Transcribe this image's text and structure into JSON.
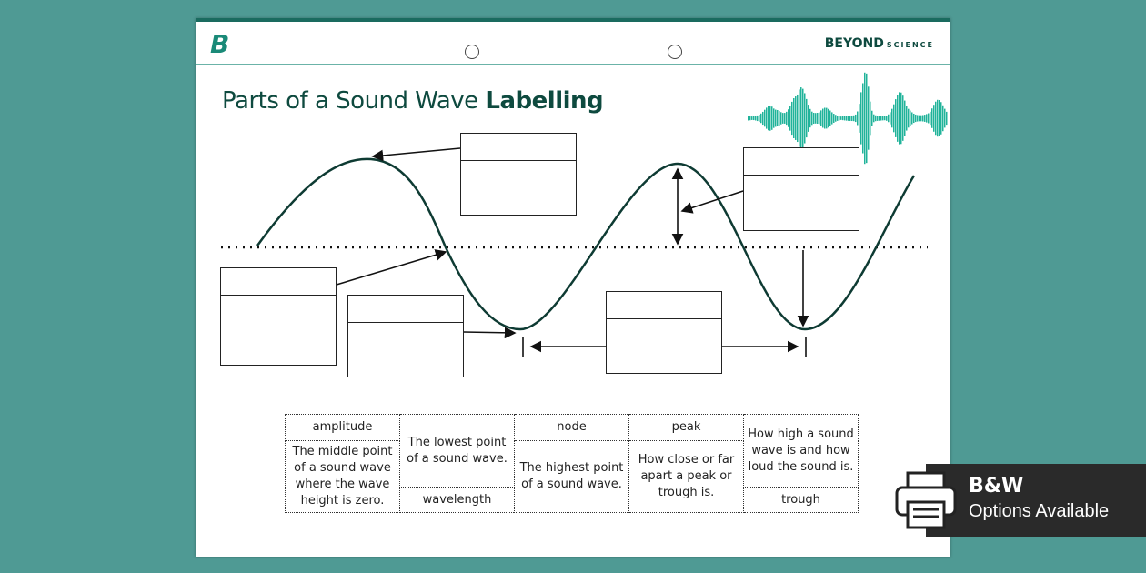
{
  "header": {
    "logo": "B",
    "brand": "BEYOND",
    "brand_sub": "SCIENCE"
  },
  "title": {
    "normal": "Parts of a Sound Wave ",
    "bold": "Labelling"
  },
  "colors": {
    "accent": "#1a6b5f",
    "wave": "#0e3b33",
    "waveform": "#20b39a"
  },
  "table": {
    "cells": [
      "amplitude",
      "The lowest point of a sound wave.",
      "node",
      "peak",
      "How high a sound wave is and how loud the sound is.",
      "The middle point of a sound wave where the wave height is zero.",
      "The highest point of a sound wave.",
      "How close or far apart a peak or trough is.",
      "wavelength",
      "trough"
    ]
  },
  "badge": {
    "icon": "printer-icon",
    "line1": "B&W",
    "line2": "Options Available"
  }
}
